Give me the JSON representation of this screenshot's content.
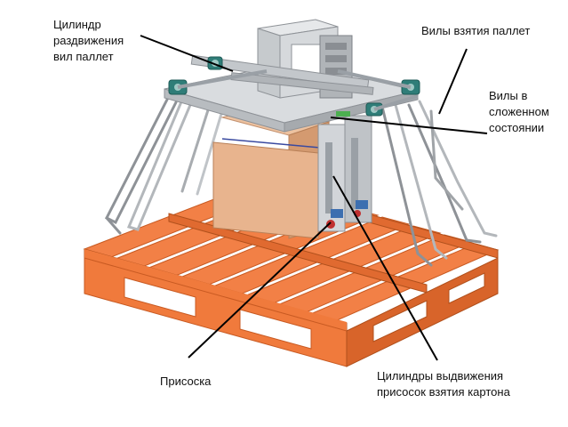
{
  "labels": {
    "cylinder_spread": [
      "Цилиндр",
      "раздвижения",
      "вил паллет"
    ],
    "pallet_forks": [
      "Вилы взятия паллет"
    ],
    "forks_folded": [
      "Вилы в",
      "сложенном",
      "состоянии"
    ],
    "suction_cup": [
      "Присоска"
    ],
    "cylinders_extend": [
      "Цилиндры выдвижения",
      "присосок взятия картона"
    ]
  },
  "colors": {
    "pallet": "#f07a3c",
    "pallet_dark": "#c85a22",
    "box": "#e8b48e",
    "box_dark": "#d49a70",
    "frame": "#c9ccd0",
    "frame_dark": "#8e9297",
    "accent_teal": "#2f7d78",
    "leader_line": "#000000"
  }
}
